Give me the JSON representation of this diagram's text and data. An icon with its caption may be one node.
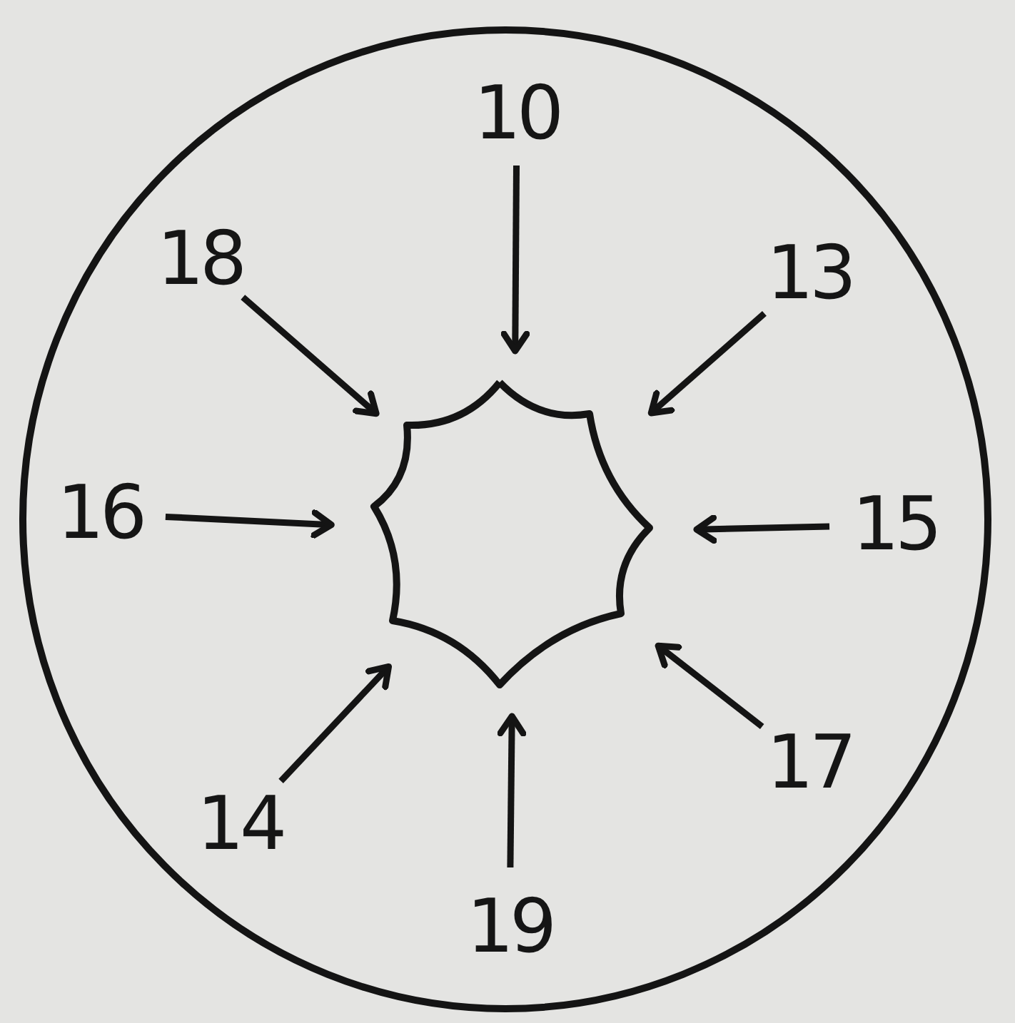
{
  "diagram": {
    "nodes": [
      {
        "text": [],
        "shape": "circle"
      },
      {
        "text": [
          "10"
        ],
        "in": 0
      },
      {
        "text": [
          "18"
        ],
        "in": 0
      },
      {
        "text": [
          "13"
        ],
        "in": 0
      },
      {
        "text": [
          "16"
        ],
        "in": 0
      },
      {
        "text": [
          "15"
        ],
        "in": 0
      },
      {
        "text": [
          "17"
        ],
        "in": 0
      },
      {
        "text": [
          "14"
        ],
        "in": 0
      },
      {
        "text": [
          "19"
        ],
        "in": 0
      },
      {
        "text": [],
        "shape": "octagon",
        "in": 0
      }
    ],
    "edges": [
      {
        "from": 1,
        "to": 9,
        "arrow": "to"
      },
      {
        "from": 2,
        "to": 9,
        "arrow": "to"
      },
      {
        "from": 3,
        "to": 9,
        "arrow": "to"
      },
      {
        "from": 4,
        "to": 9,
        "arrow": "to"
      },
      {
        "from": 5,
        "to": 9,
        "arrow": "to"
      },
      {
        "from": 6,
        "to": 9,
        "arrow": "to"
      },
      {
        "from": 7,
        "to": 9,
        "arrow": "to"
      },
      {
        "from": 8,
        "to": 9,
        "arrow": "to"
      }
    ]
  }
}
